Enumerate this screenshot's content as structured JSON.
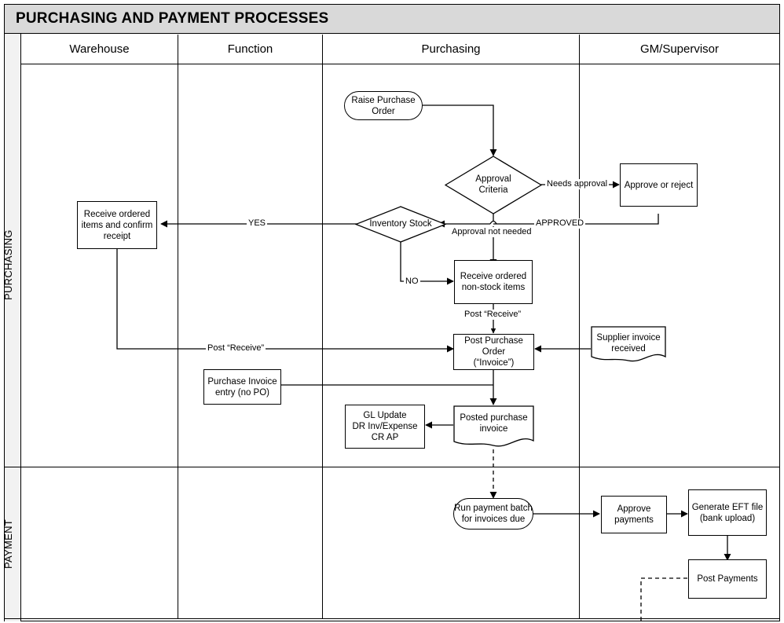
{
  "title": "PURCHASING AND PAYMENT PROCESSES",
  "lanes": [
    {
      "id": "purchasing",
      "label": "PURCHASING"
    },
    {
      "id": "payment",
      "label": "PAYMENT"
    }
  ],
  "columns": [
    {
      "id": "warehouse",
      "label": "Warehouse"
    },
    {
      "id": "function",
      "label": "Function"
    },
    {
      "id": "purchasing",
      "label": "Purchasing"
    },
    {
      "id": "gm_supervisor",
      "label": "GM/Supervisor"
    }
  ],
  "nodes": {
    "raise_po": "Raise Purchase Order",
    "approval_criteria": "Approval Criteria",
    "approve_or_reject": "Approve or reject",
    "inventory_stock": "Inventory Stock",
    "receive_ordered_items": "Receive ordered items and confirm receipt",
    "receive_nonstock": "Receive ordered non-stock items",
    "post_purchase_order": "Post Purchase Order (“Invoice”)",
    "supplier_invoice": "Supplier invoice received",
    "purchase_invoice_entry": "Purchase Invoice entry (no PO)",
    "posted_purchase_invoice": "Posted purchase invoice",
    "gl_update": "GL Update DR Inv/Expense CR AP",
    "run_payment_batch": "Run payment batch for invoices due",
    "approve_payments": "Approve payments",
    "generate_eft": "Generate EFT file (bank upload)",
    "post_payments": "Post Payments"
  },
  "node_lines": {
    "raise_po": [
      "Raise Purchase",
      "Order"
    ],
    "approval_criteria": [
      "Approval",
      "Criteria"
    ],
    "approve_or_reject": [
      "Approve or reject"
    ],
    "inventory_stock": [
      "Inventory Stock"
    ],
    "receive_ordered_items": [
      "Receive ordered",
      "items and confirm",
      "receipt"
    ],
    "receive_nonstock": [
      "Receive ordered",
      "non-stock items"
    ],
    "post_purchase_order": [
      "Post Purchase Order",
      "(“Invoice”)"
    ],
    "supplier_invoice": [
      "Supplier invoice",
      "received"
    ],
    "purchase_invoice_entry": [
      "Purchase Invoice",
      "entry (no PO)"
    ],
    "posted_purchase_invoice": [
      "Posted purchase",
      "invoice"
    ],
    "gl_update": [
      "GL Update",
      "DR Inv/Expense",
      "CR AP"
    ],
    "run_payment_batch": [
      "Run payment batch",
      "for invoices due"
    ],
    "approve_payments": [
      "Approve",
      "payments"
    ],
    "generate_eft": [
      "Generate EFT file",
      "(bank upload)"
    ],
    "post_payments": [
      "Post Payments"
    ]
  },
  "edge_labels": {
    "needs_approval": "Needs approval",
    "approved": "APPROVED",
    "approval_not_needed": "Approval not needed",
    "yes": "YES",
    "no": "NO",
    "post_receive_top": "Post “Receive”",
    "post_receive_bottom": "Post “Receive”"
  },
  "colors": {
    "title_bar": "#d9d9d9",
    "lane_strip": "#f2f2f2",
    "line": "#000000",
    "shape_fill": "#ffffff"
  }
}
